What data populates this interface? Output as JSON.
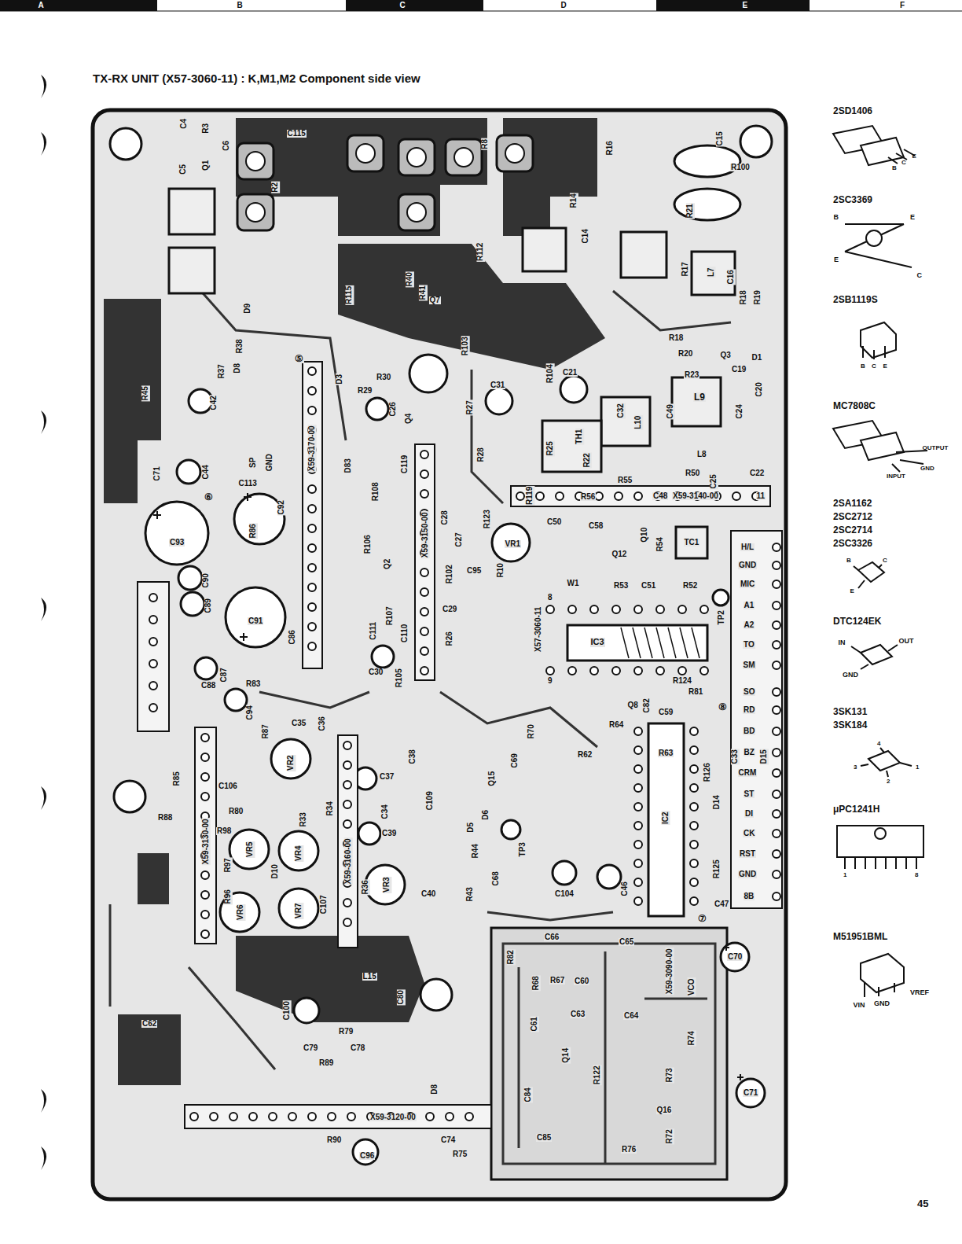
{
  "diagram": {
    "title": "TX-RX UNIT (X57-3060-11) : K,M1,M2 Component side view",
    "labels": [
      "A",
      "B",
      "C",
      "D",
      "E",
      "F",
      "2SD1406",
      "B",
      "C",
      "E",
      "2SC3369",
      "B",
      "E",
      "E",
      "C",
      "2SB1119S",
      "B",
      "C",
      "E",
      "MC7808C",
      "OUTPUT",
      "GND",
      "INPUT",
      "2SA1162",
      "2SC2712",
      "2SC2714",
      "2SC3326",
      "B",
      "C",
      "E",
      "DTC124EK",
      "IN",
      "OUT",
      "GND",
      "3SK131",
      "3SK184",
      "3",
      "4",
      "2",
      "1",
      "μPC1241H",
      "1",
      "8",
      "M51951BML",
      "VIN",
      "GND",
      "VREF",
      "45",
      "C4",
      "R3",
      "C5",
      "Q1",
      "C6",
      "C115",
      "R2",
      "R8",
      "R16",
      "C15",
      "R100",
      "R21",
      "R14",
      "C14",
      "R112",
      "Q7",
      "R40",
      "R41",
      "R115",
      "R103",
      "R17",
      "L7",
      "C16",
      "R18",
      "R19",
      "R18",
      "R20",
      "Q3",
      "D1",
      "C19",
      "C20",
      "R23",
      "L9",
      "C49",
      "C24",
      "L10",
      "C32",
      "L8",
      "R50",
      "C25",
      "C22",
      "R55",
      "X59-3140-00",
      "R56",
      "C48",
      "11",
      "R119",
      "R25",
      "TH1",
      "R22",
      "R104",
      "C31",
      "C21",
      "R27",
      "R28",
      "R123",
      "VR1",
      "R10",
      "C50",
      "C58",
      "Q10",
      "TC1",
      "R54",
      "Q12",
      "W1",
      "R53",
      "C51",
      "R52",
      "IC3",
      "TP2",
      "X57-3060-11",
      "8",
      "9",
      "R124",
      "R81",
      "Q8",
      "C82",
      "R64",
      "C59",
      "R62",
      "R70",
      "C69",
      "Q15",
      "D6",
      "D5",
      "R44",
      "R43",
      "C68",
      "TP3",
      "IC2",
      "R63",
      "R126",
      "C33",
      "D15",
      "R125",
      "C47",
      "C104",
      "C46",
      "H/L",
      "GND",
      "MIC",
      "A1",
      "A2",
      "TO",
      "SM",
      "SO",
      "RD",
      "BD",
      "BZ",
      "CRM",
      "ST",
      "DI",
      "CK",
      "RST",
      "GND",
      "8B",
      "⑧",
      "⑦",
      "D14",
      "D9",
      "R38",
      "R37",
      "D8",
      "R45",
      "C42",
      "SP",
      "GND",
      "C71",
      "C44",
      "⑥",
      "C113",
      "C92",
      "R86",
      "C93",
      "⑤",
      "X59-3170-00",
      "D3",
      "R30",
      "R29",
      "C26",
      "Q4",
      "D83",
      "R108",
      "R106",
      "Q2",
      "C119",
      "X59-3150-00",
      "C28",
      "C27",
      "R102",
      "C95",
      "R107",
      "C111",
      "C110",
      "C29",
      "R26",
      "C30",
      "R105",
      "C90",
      "C89",
      "C91",
      "C86",
      "C88",
      "C87",
      "R83",
      "C94",
      "C35",
      "C36",
      "R87",
      "VR2",
      "R85",
      "R88",
      "C106",
      "R80",
      "R98",
      "R33",
      "VR5",
      "VR4",
      "R97",
      "D10",
      "R96",
      "VR6",
      "VR7",
      "C107",
      "X59-3130-00",
      "R34",
      "X59-3160-00",
      "C37",
      "C34",
      "C39",
      "R36",
      "VR3",
      "C40",
      "C38",
      "C109",
      "L15",
      "C80",
      "C100",
      "R79",
      "C78",
      "R89",
      "C79",
      "C62",
      "X59-3120-00",
      "R90",
      "C96",
      "D8",
      "C74",
      "R75",
      "X59-3090-00",
      "VCO",
      "C65",
      "C66",
      "R82",
      "R68",
      "R67",
      "C60",
      "C70",
      "C71",
      "C61",
      "C64",
      "C63",
      "Q14",
      "C84",
      "R122",
      "R74",
      "R73",
      "Q16",
      "R72",
      "R76",
      "C85"
    ]
  }
}
